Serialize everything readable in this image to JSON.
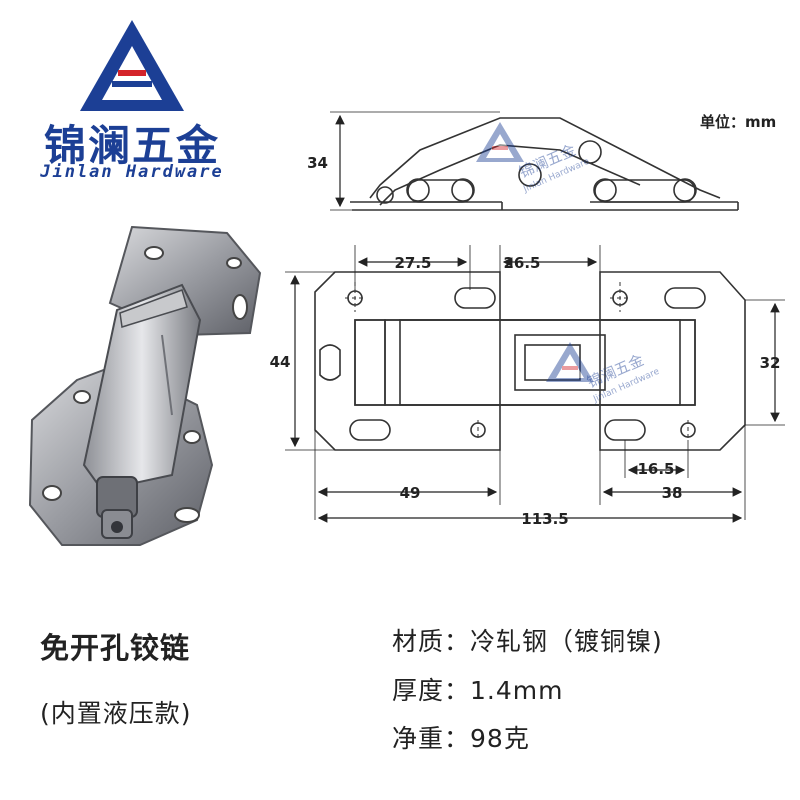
{
  "brand": {
    "name_cn": "锦澜五金",
    "name_en": "Jinlan Hardware",
    "colors": {
      "blue": "#1c3f95",
      "red": "#d4242a"
    }
  },
  "watermark": {
    "name_cn": "锦澜五金",
    "name_en": "Jinlan Hardware"
  },
  "drawing": {
    "unit_label": "单位：mm",
    "dims": {
      "height_side": "34",
      "hole_spacing_left": "27.5",
      "gap_center": "26.5",
      "plate_height": "44",
      "base_width": "32",
      "hole_spacing_right": "16.5",
      "left_length": "49",
      "right_length": "38",
      "total_length": "113.5"
    }
  },
  "product": {
    "title": "免开孔铰链",
    "subtitle": "(内置液压款)"
  },
  "specs": [
    {
      "label": "材质：",
      "value": "冷轧钢（镀铜镍)"
    },
    {
      "label": "厚度：",
      "value": "1.4mm"
    },
    {
      "label": "净重：",
      "value": "98克"
    }
  ]
}
